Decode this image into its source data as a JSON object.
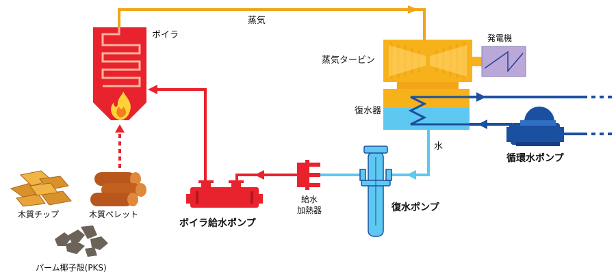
{
  "labels": {
    "steam": "蒸気",
    "boiler": "ボイラ",
    "generator": "発電機",
    "steam_turbine": "蒸気タービン",
    "condenser": "復水器",
    "water": "水",
    "circulating_pump": "循環水ポンプ",
    "feedwater_heater_line1": "給水",
    "feedwater_heater_line2": "加熱器",
    "condensate_pump": "復水ポンプ",
    "boiler_feed_pump": "ボイラ給水ポンプ",
    "wood_chips": "木質チップ",
    "wood_pellets": "木質ペレット",
    "pks": "パーム椰子殻(PKS)"
  },
  "colors": {
    "steam_line": "#f2a516",
    "boiler": "#e8232d",
    "feed_line": "#e8232d",
    "water_line": "#5ec8f0",
    "cooling_line": "#1b4fa0",
    "turbine": "#f7b21b",
    "generator": "#b9a8d8",
    "condenser_top": "#f7b21b",
    "condenser_bottom": "#5ec8f0",
    "flame": "#ffd23a",
    "wood": "#d9922b",
    "pks": "#6b6358"
  }
}
